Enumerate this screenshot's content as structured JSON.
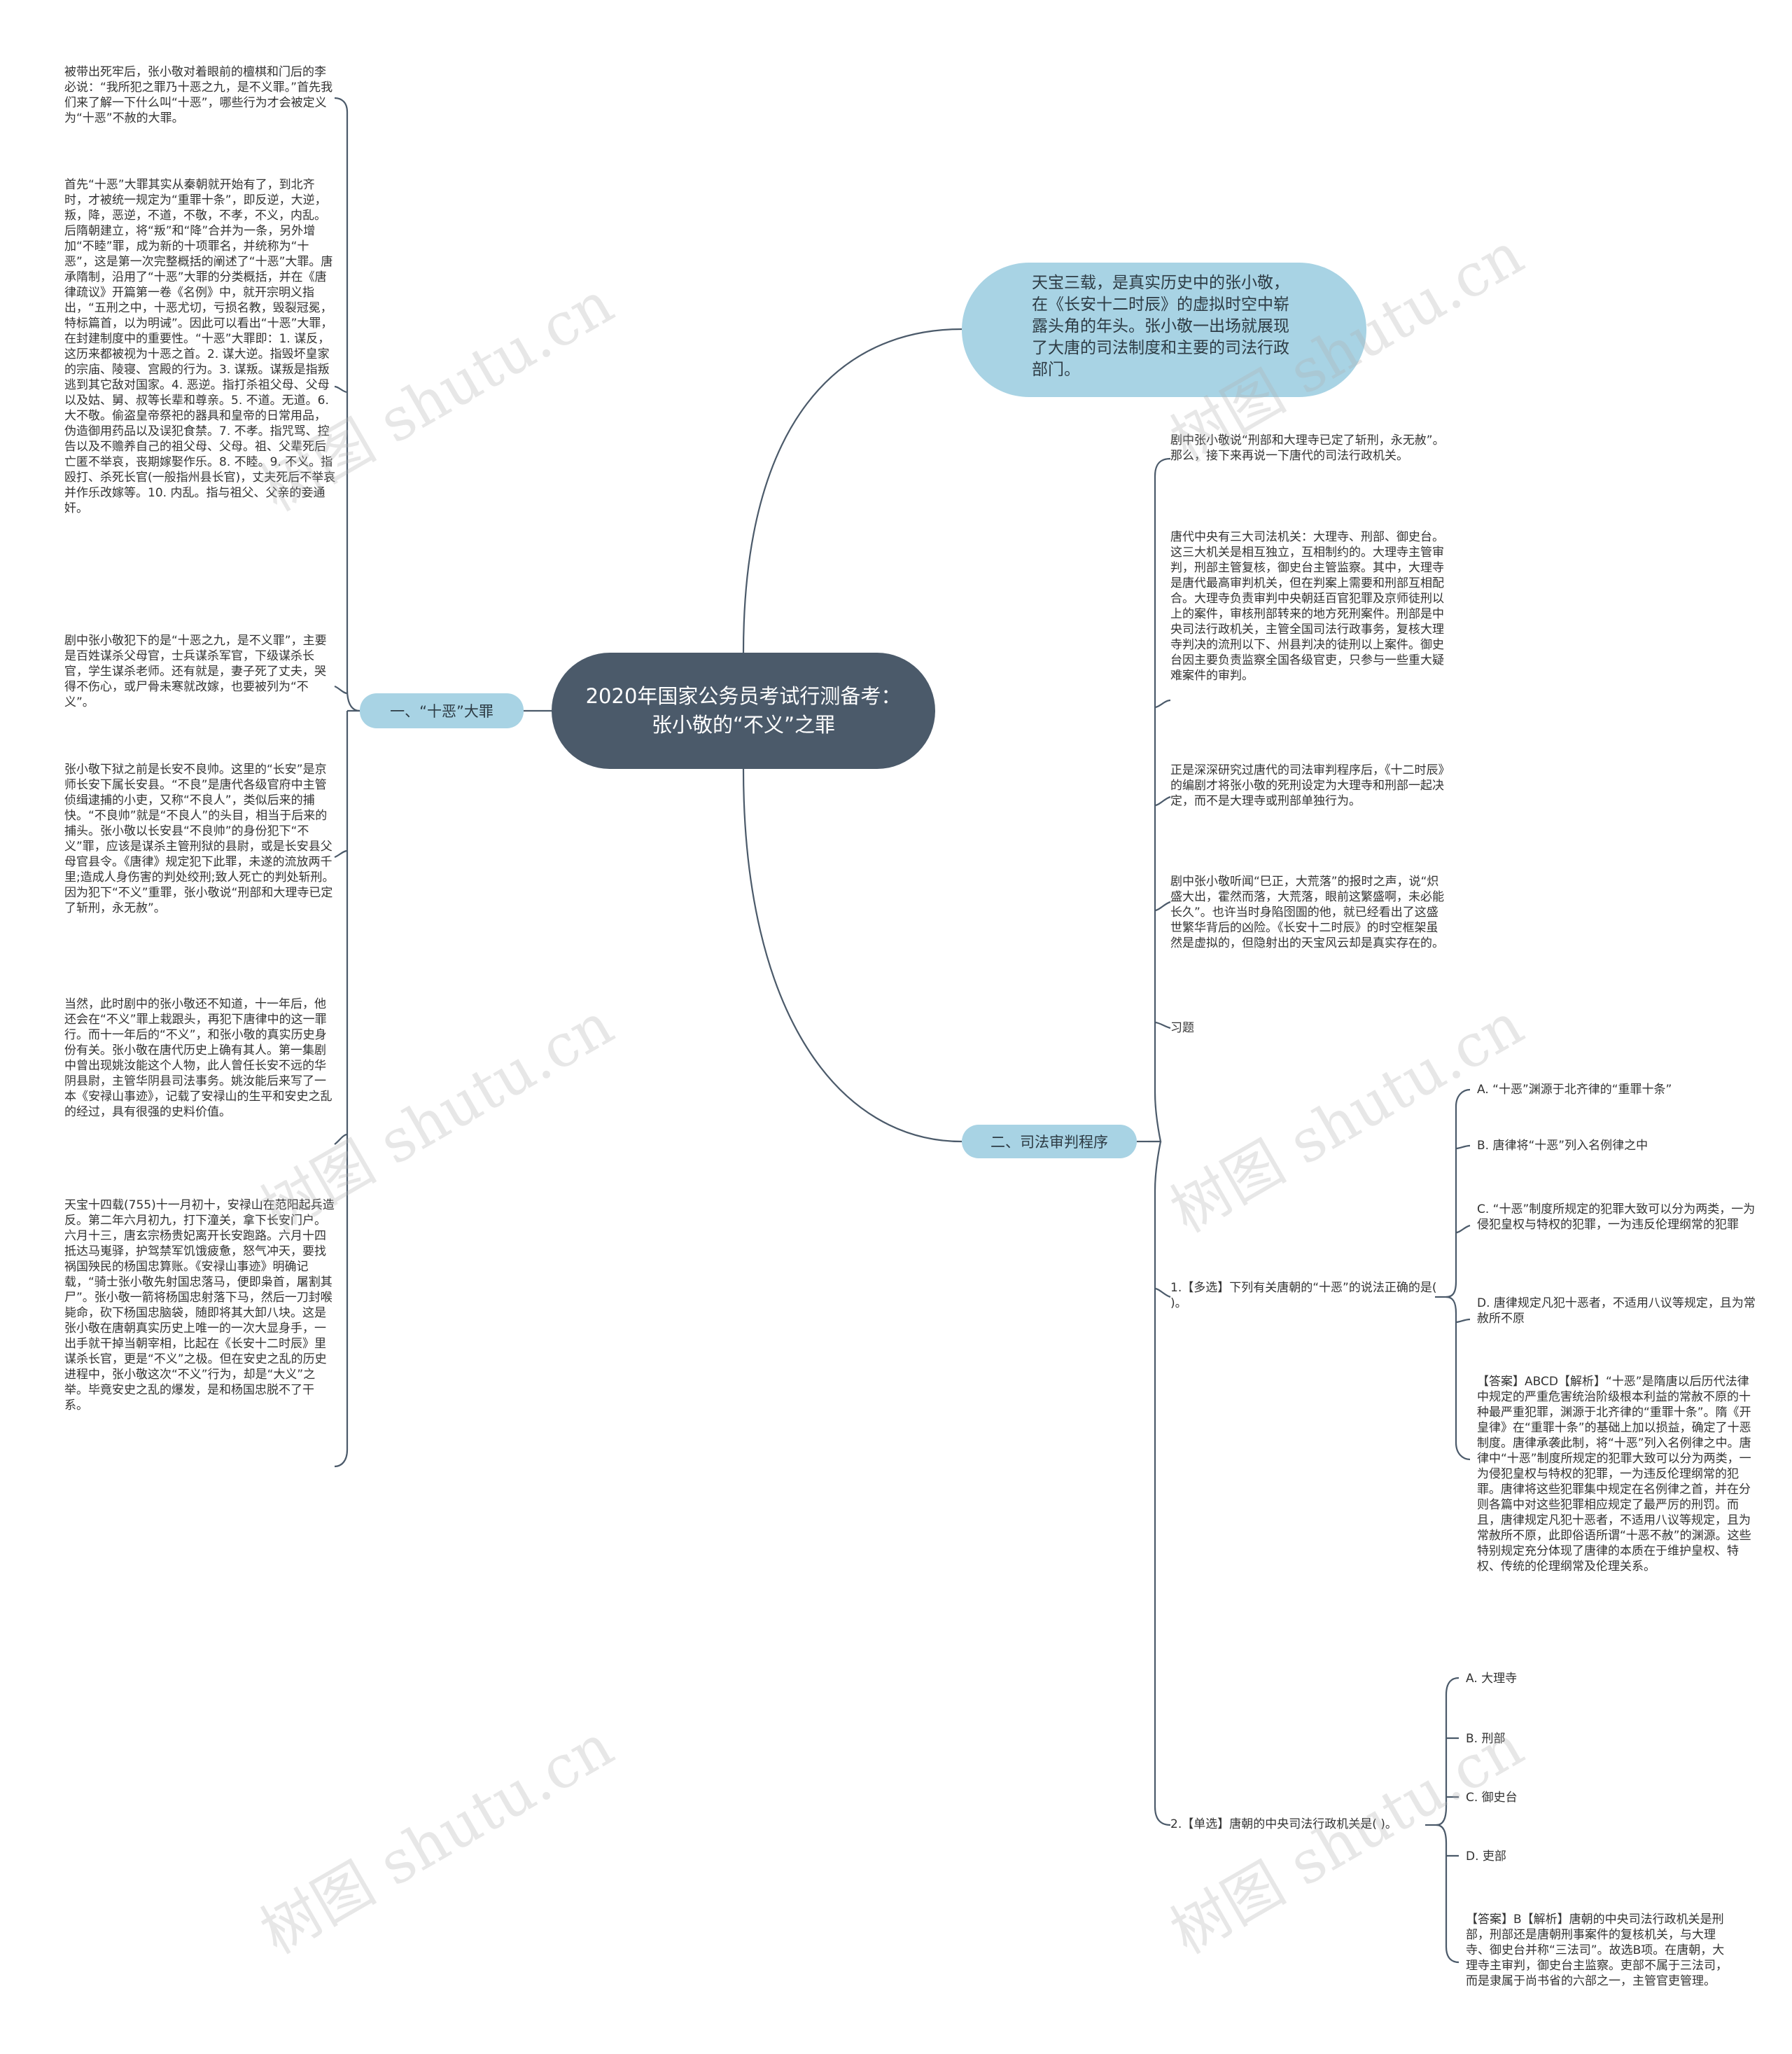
{
  "center": "2020年国家公务员考试行测备考：张小敬的“不义”之罪",
  "intro": "天宝三载，是真实历史中的张小敬，在《长安十二时辰》的虚拟时空中崭露头角的年头。张小敬一出场就展现了大唐的司法制度和主要的司法行政部门。",
  "branch1": {
    "label": "一、“十恶”大罪",
    "items": [
      "被带出死牢后，张小敬对着眼前的檀棋和门后的李必说：“我所犯之罪乃十恶之九，是不义罪。”首先我们来了解一下什么叫“十恶”，哪些行为才会被定义为“十恶”不赦的大罪。",
      "首先“十恶”大罪其实从秦朝就开始有了，到北齐时，才被统一规定为“重罪十条”，即反逆，大逆，叛，降，恶逆，不道，不敬，不孝，不义，内乱。后隋朝建立，将“叛”和“降”合并为一条，另外增加“不睦”罪，成为新的十项罪名，并统称为“十恶”，这是第一次完整概括的阐述了“十恶”大罪。唐承隋制，沿用了“十恶”大罪的分类概括，并在《唐律疏议》开篇第一卷《名例》中，就开宗明义指出，“五刑之中，十恶尤切，亏损名教，毁裂冠冕，特标篇首，以为明诫”。因此可以看出“十恶”大罪，在封建制度中的重要性。“十恶”大罪即：1. 谋反，这历来都被视为十恶之首。2. 谋大逆。指毁坏皇家的宗庙、陵寝、宫殿的行为。3. 谋叛。谋叛是指叛逃到其它敌对国家。4. 恶逆。指打杀祖父母、父母以及姑、舅、叔等长辈和尊亲。5. 不道。无道。6. 大不敬。偷盗皇帝祭祀的器具和皇帝的日常用品，伪造御用药品以及误犯食禁。7. 不孝。指咒骂、控告以及不赡养自己的祖父母、父母。祖、父辈死后亡匿不举哀，丧期嫁娶作乐。8. 不睦。9. 不义。指殴打、杀死长官(一般指州县长官)，丈夫死后不举哀并作乐改嫁等。10. 内乱。指与祖父、父亲的妾通奸。",
      "剧中张小敬犯下的是“十恶之九，是不义罪”，主要是百姓谋杀父母官，士兵谋杀军官，下级谋杀长官，学生谋杀老师。还有就是，妻子死了丈夫，哭得不伤心，或尸骨未寒就改嫁，也要被列为“不义”。",
      "张小敬下狱之前是长安不良帅。这里的“长安”是京师长安下属长安县。“不良”是唐代各级官府中主管侦缉逮捕的小吏，又称“不良人”，类似后来的捕快。“不良帅”就是“不良人”的头目，相当于后来的捕头。张小敬以长安县“不良帅”的身份犯下“不义”罪，应该是谋杀主管刑狱的县尉，或是长安县父母官县令。《唐律》规定犯下此罪，未遂的流放两千里;造成人身伤害的判处绞刑;致人死亡的判处斩刑。因为犯下“不义”重罪，张小敬说“刑部和大理寺已定了斩刑，永无赦”。",
      "当然，此时剧中的张小敬还不知道，十一年后，他还会在“不义”罪上栽跟头，再犯下唐律中的这一罪行。而十一年后的“不义”，和张小敬的真实历史身份有关。张小敬在唐代历史上确有其人。第一集剧中曾出现姚汝能这个人物，此人曾任长安不远的华阴县尉，主管华阴县司法事务。姚汝能后来写了一本《安禄山事迹》，记载了安禄山的生平和安史之乱的经过，具有很强的史料价值。",
      "天宝十四载(755)十一月初十，安禄山在范阳起兵造反。第二年六月初九，打下潼关，拿下长安门户。六月十三，唐玄宗杨贵妃离开长安跑路。六月十四抵达马嵬驿，护驾禁军饥饿疲惫，怒气冲天，要找祸国殃民的杨国忠算账。《安禄山事迹》明确记载，“骑士张小敬先射国忠落马，便即枭首，屠割其尸”。张小敬一箭将杨国忠射落下马，然后一刀封喉毙命，砍下杨国忠脑袋，随即将其大卸八块。这是张小敬在唐朝真实历史上唯一的一次大显身手，一出手就干掉当朝宰相，比起在《长安十二时辰》里谋杀长官，更是“不义”之极。但在安史之乱的历史进程中，张小敬这次“不义”行为，却是“大义”之举。毕竟安史之乱的爆发，是和杨国忠脱不了干系。"
    ]
  },
  "branch2": {
    "label": "二、司法审判程序",
    "items": [
      "剧中张小敬说“刑部和大理寺已定了斩刑，永无赦”。那么，接下来再说一下唐代的司法行政机关。",
      "唐代中央有三大司法机关：大理寺、刑部、御史台。这三大机关是相互独立，互相制约的。大理寺主管审判，刑部主管复核，御史台主管监察。其中，大理寺是唐代最高审判机关，但在判案上需要和刑部互相配合。大理寺负责审判中央朝廷百官犯罪及京师徒刑以上的案件，审核刑部转来的地方死刑案件。刑部是中央司法行政机关，主管全国司法行政事务，复核大理寺判决的流刑以下、州县判决的徒刑以上案件。御史台因主要负责监察全国各级官吏，只参与一些重大疑难案件的审判。",
      "正是深深研究过唐代的司法审判程序后，《十二时辰》的编剧才将张小敬的死刑设定为大理寺和刑部一起决定，而不是大理寺或刑部单独行为。",
      "剧中张小敬听闻“巳正，大荒落”的报时之声，说“炽盛大出，霍然而落，大荒落，眼前这繁盛啊，未必能长久”。也许当时身陷囹圄的他，就已经看出了这盛世繁华背后的凶险。《长安十二时辰》的时空框架虽然是虚拟的，但隐射出的天宝风云却是真实存在的。",
      "习题"
    ],
    "q1": {
      "stem": "1.【多选】下列有关唐朝的“十恶”的说法正确的是( )。",
      "options": [
        "A. “十恶”渊源于北齐律的“重罪十条”",
        "B. 唐律将“十恶”列入名例律之中",
        "C. “十恶”制度所规定的犯罪大致可以分为两类，一为侵犯皇权与特权的犯罪，一为违反伦理纲常的犯罪",
        "D. 唐律规定凡犯十恶者，不适用八议等规定，且为常赦所不原"
      ],
      "answer": "【答案】ABCD【解析】“十恶”是隋唐以后历代法律中规定的严重危害统治阶级根本利益的常赦不原的十种最严重犯罪，渊源于北齐律的“重罪十条”。隋《开皇律》在“重罪十条”的基础上加以损益，确定了十恶制度。唐律承袭此制，将“十恶”列入名例律之中。唐律中“十恶”制度所规定的犯罪大致可以分为两类，一为侵犯皇权与特权的犯罪，一为违反伦理纲常的犯罪。唐律将这些犯罪集中规定在名例律之首，并在分则各篇中对这些犯罪相应规定了最严厉的刑罚。而且，唐律规定凡犯十恶者，不适用八议等规定，且为常赦所不原，此即俗语所谓“十恶不赦”的渊源。这些特别规定充分体现了唐律的本质在于维护皇权、特权、传统的伦理纲常及伦理关系。"
    },
    "q2": {
      "stem": "2.【单选】唐朝的中央司法行政机关是( )。",
      "options": [
        "A. 大理寺",
        "B. 刑部",
        "C. 御史台",
        "D. 吏部"
      ],
      "answer": "【答案】B【解析】唐朝的中央司法行政机关是刑部，刑部还是唐朝刑事案件的复核机关，与大理寺、御史台并称“三法司”。故选B项。在唐朝，大理寺主审判，御史台主监察。吏部不属于三法司，而是隶属于尚书省的六部之一，主管官吏管理。"
    }
  },
  "watermark": "树图 shutu.cn",
  "colors": {
    "center": "#4b5a6a",
    "branch": "#a8d3e4",
    "line": "#4b5a6a"
  }
}
